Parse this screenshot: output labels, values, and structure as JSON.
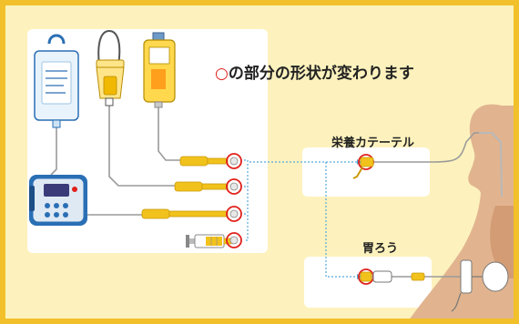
{
  "headline": {
    "marker": "○",
    "text": "の部分の形状が変わります"
  },
  "labels": {
    "feeding_tube": "栄養カテーテル",
    "gastrostomy": "胃ろう"
  },
  "colors": {
    "frame": "#f2c02a",
    "background": "#fdf2bd",
    "panel": "#ffffff",
    "highlight_circle": "#e0201b",
    "connector": "#f2c21c",
    "tube": "#9a9a9a",
    "dotted_line": "#56a8dd",
    "silhouette": "#e1b48f"
  },
  "icons": [
    "feeding-bag-icon",
    "hanging-bottle-icon",
    "formula-pack-icon",
    "feeding-pump-icon",
    "syringe-icon",
    "connector-icon",
    "patient-silhouette-icon",
    "gastrostomy-port-icon"
  ]
}
